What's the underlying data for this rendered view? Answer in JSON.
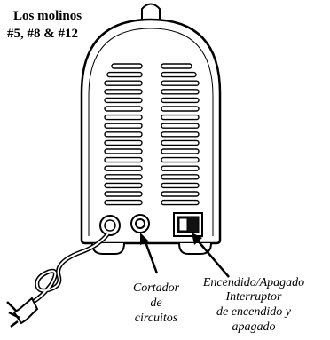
{
  "title": {
    "line1": "Los molinos",
    "line2": "#5, #8 & #12"
  },
  "labels": {
    "circuit_breaker": {
      "line1": "Cortador",
      "line2": "de",
      "line3": "circuitos"
    },
    "power_switch": {
      "line1": "Encendido/Apagado",
      "line2": "Interruptor",
      "line3": "de encendido y",
      "line4": "apagado"
    }
  },
  "colors": {
    "ink": "#000000",
    "paper": "#ffffff",
    "switch_fill": "#111111"
  }
}
